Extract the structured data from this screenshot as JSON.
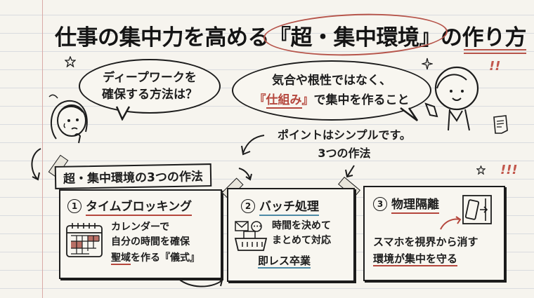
{
  "title": {
    "prefix": "仕事の集中力を高める",
    "highlight": "『超・集中環境』",
    "middle": "の",
    "underlined": "作り方"
  },
  "bubbles": {
    "question": {
      "line1": "ディープワークを",
      "line2": "確保する方法は？"
    },
    "answer": {
      "line1": "気合や根性ではなく、",
      "open_quote": "『",
      "emphasis": "仕組み",
      "close_quote": "』",
      "line2_rest": "で集中を作ること"
    }
  },
  "point": {
    "line1": "ポイントはシンプルです。",
    "line2": "3つの作法"
  },
  "section_label": "超・集中環境の3つの作法",
  "cards": [
    {
      "number": "1",
      "title": "タイムブロッキング",
      "icon": "calendar-icon",
      "lines": [
        "カレンダーで",
        "自分の時間を確保"
      ],
      "emphasis": "聖域",
      "tail": "を作る『儀式』",
      "accent": "#b5473d"
    },
    {
      "number": "2",
      "title": "バッチ処理",
      "icon": "mail-basket-icon",
      "lines": [
        "時間を決めて",
        "まとめて対応"
      ],
      "emphasis": "即レス卒業",
      "accent": "#4d8aa6"
    },
    {
      "number": "3",
      "title": "物理隔離",
      "icon": "phone-exit-icon",
      "lines": [
        "スマホを視界から消す"
      ],
      "emphasis": "環境が集中を守る",
      "accent": "#b5473d"
    }
  ],
  "colors": {
    "paper": "#f6f4ee",
    "rule": "#d9dbdf",
    "margin": "#d9aaa6",
    "ink": "#1c1c1c",
    "red_accent": "#b5473d",
    "blue_accent": "#4d8aa6"
  }
}
